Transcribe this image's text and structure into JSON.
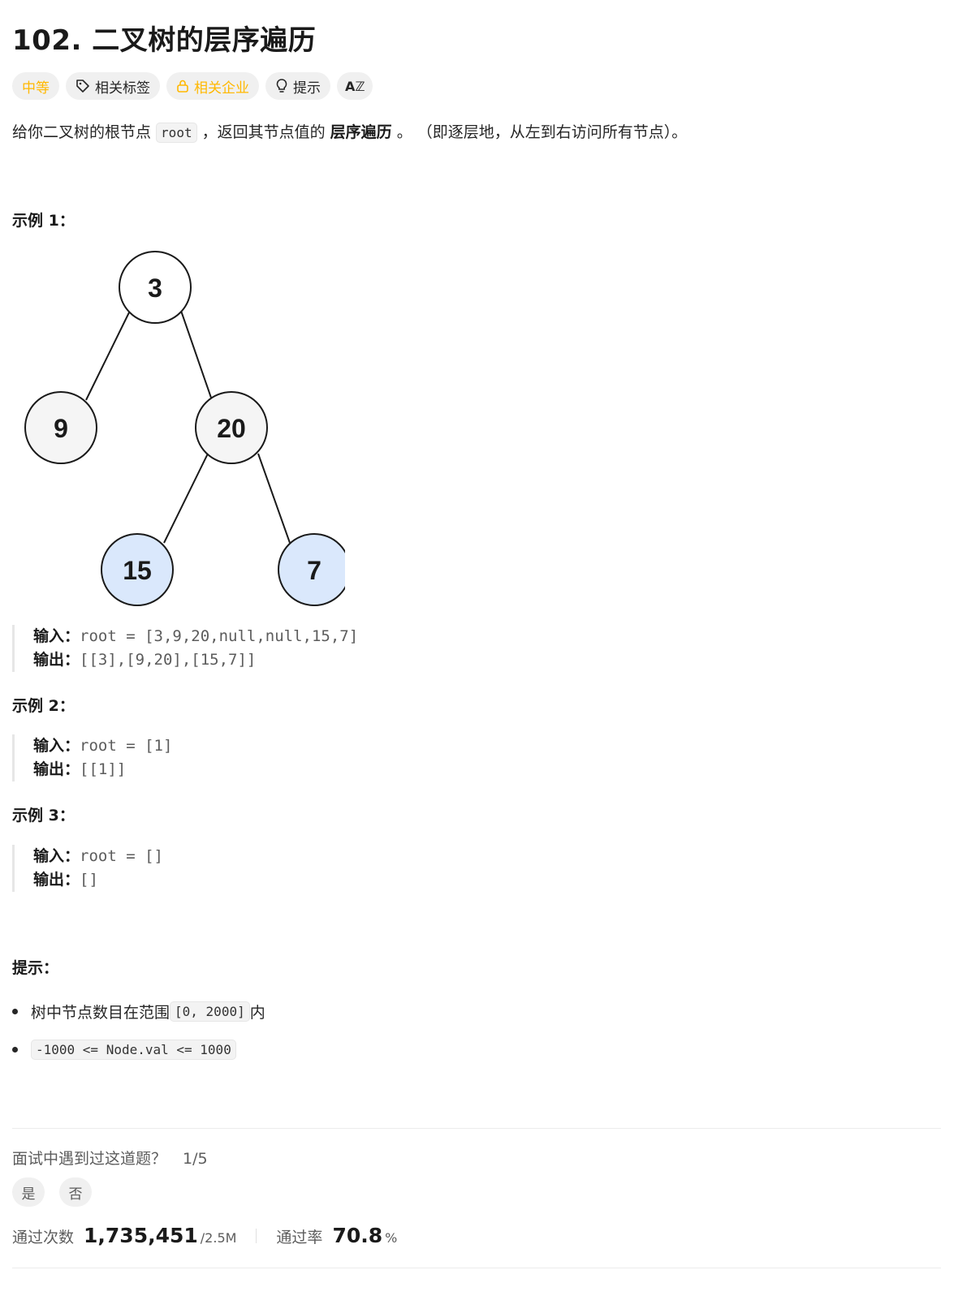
{
  "problem": {
    "number": "102.",
    "title": "二叉树的层序遍历"
  },
  "tags": {
    "difficulty": "中等",
    "topics": "相关标签",
    "companies": "相关企业",
    "hint": "提示",
    "translate_glyph": "Aℤ"
  },
  "description": {
    "part1": "给你二叉树的根节点 ",
    "code": "root",
    "part2": " ，返回其节点值的 ",
    "bold": "层序遍历",
    "part3": " 。 （即逐层地，从左到右访问所有节点）。"
  },
  "examples": [
    {
      "heading": "示例 1：",
      "input_label": "输入：",
      "input": "root = [3,9,20,null,null,15,7]",
      "output_label": "输出：",
      "output": "[[3],[9,20],[15,7]]"
    },
    {
      "heading": "示例 2：",
      "input_label": "输入：",
      "input": "root = [1]",
      "output_label": "输出：",
      "output": "[[1]]"
    },
    {
      "heading": "示例 3：",
      "input_label": "输入：",
      "input": "root = []",
      "output_label": "输出：",
      "output": "[]"
    }
  ],
  "tree": {
    "nodes": [
      "3",
      "9",
      "20",
      "15",
      "7"
    ]
  },
  "constraints": {
    "heading": "提示：",
    "item1_pre": "树中节点数目在范围 ",
    "item1_code": "[0, 2000]",
    "item1_post": " 内",
    "item2_code": "-1000 <= Node.val <= 1000"
  },
  "interview": {
    "question": "面试中遇到过这道题？",
    "count": "1/5",
    "yes": "是",
    "no": "否"
  },
  "stats": {
    "accepted_label": "通过次数",
    "accepted": "1,735,451",
    "submissions": "/2.5M",
    "rate_label": "通过率",
    "rate": "70.8",
    "rate_unit": "%"
  },
  "colors": {
    "difficulty": "#ffb800",
    "leaf_node_fill": "#dae8fc",
    "node_fill": "#f5f5f5"
  }
}
